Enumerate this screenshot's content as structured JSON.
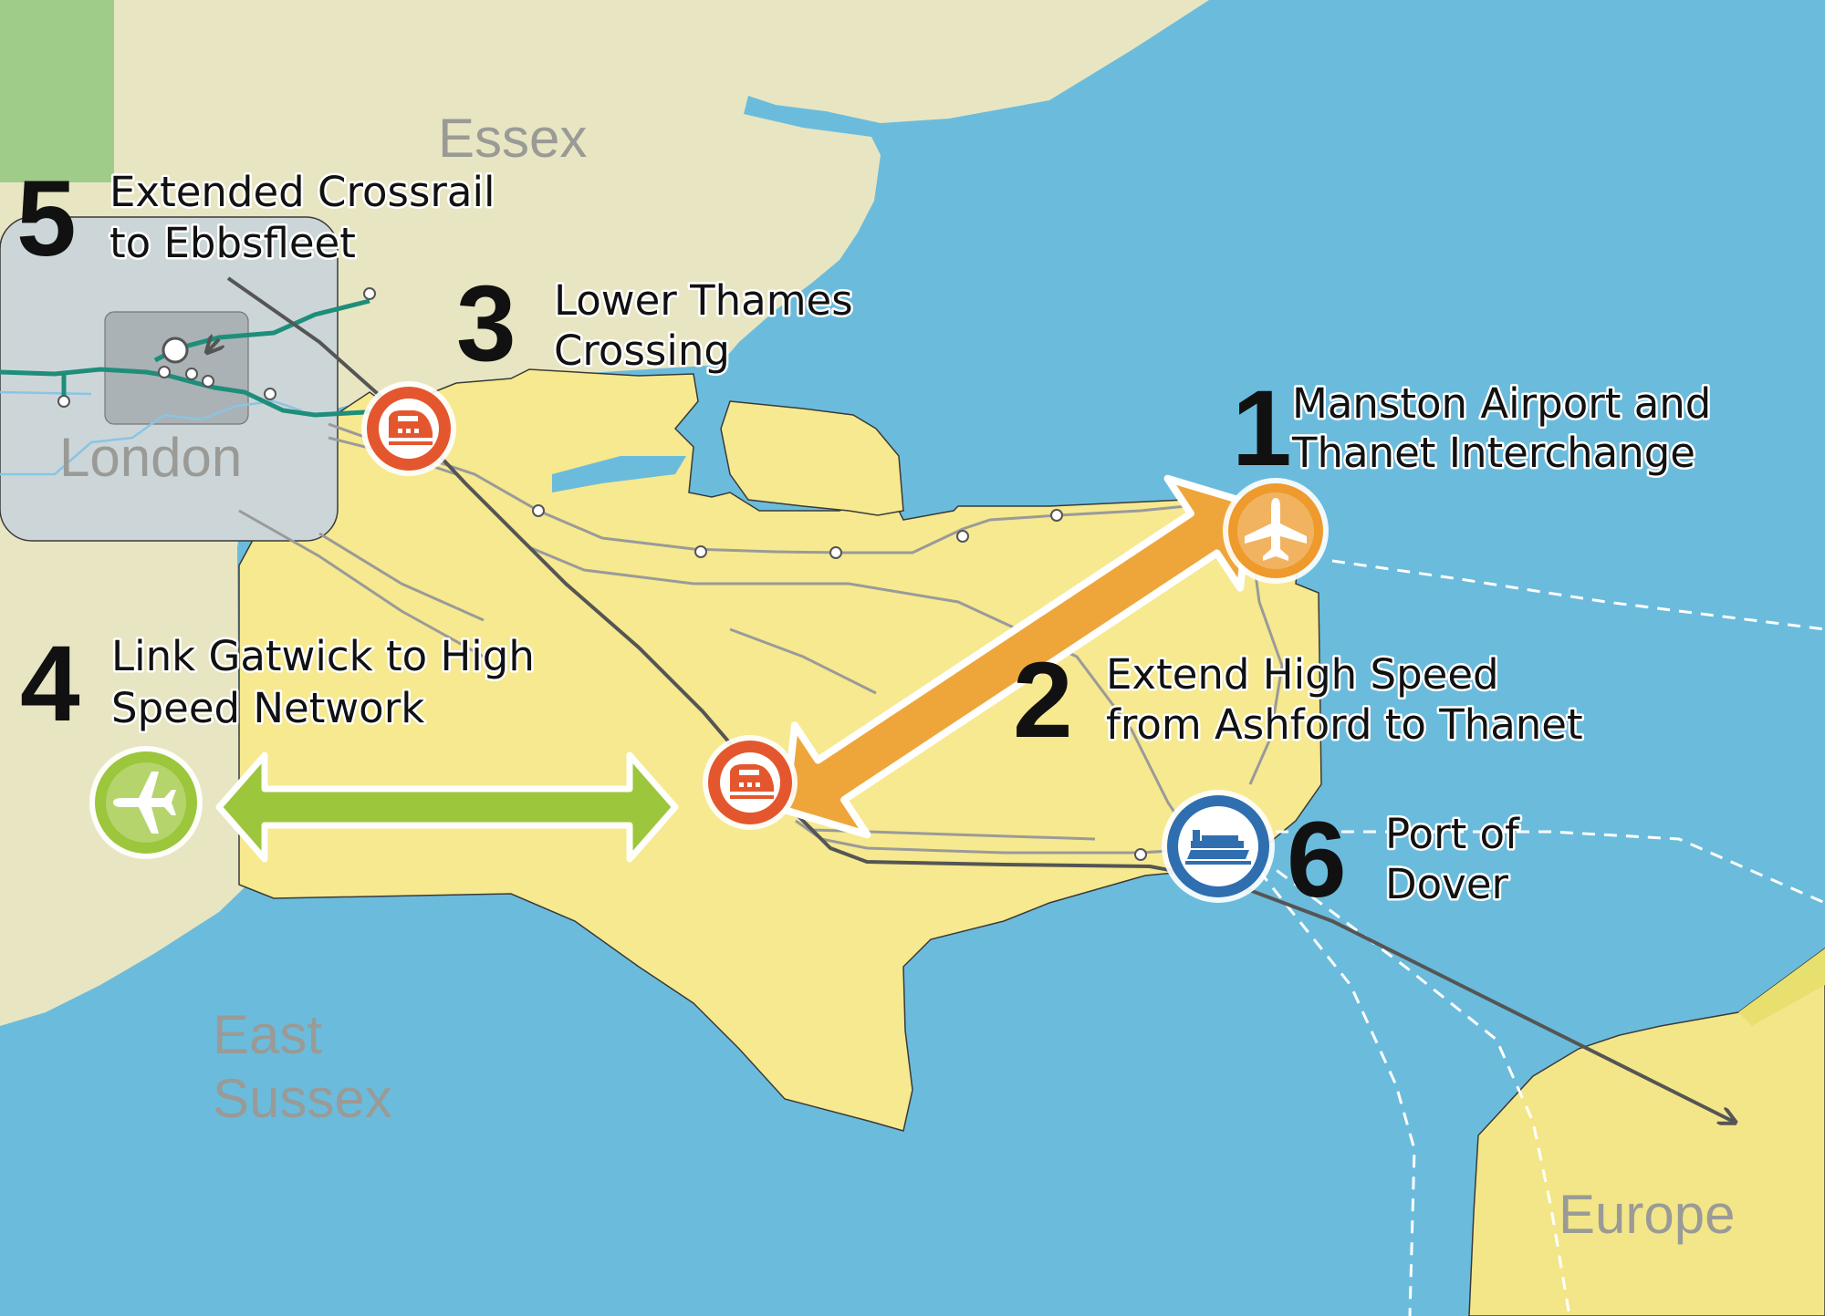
{
  "regions": {
    "essex": "Essex",
    "london": "London",
    "east_sussex_line1": "East",
    "east_sussex_line2": "Sussex",
    "europe": "Europe"
  },
  "schemes": [
    {
      "number": "1",
      "line1": "Manston Airport and",
      "line2": "Thanet Interchange",
      "icon": "airport-icon",
      "color": "#ee9a2c"
    },
    {
      "number": "2",
      "line1": "Extend High Speed",
      "line2": "from Ashford to Thanet",
      "icon": "double-arrow",
      "color": "#eea63b"
    },
    {
      "number": "3",
      "line1": "Lower Thames",
      "line2": "Crossing",
      "icon": "train-icon",
      "color": "#e4572e"
    },
    {
      "number": "4",
      "line1": "Link Gatwick to High",
      "line2": "Speed Network",
      "icon": "airport-icon",
      "color": "#9cc63b"
    },
    {
      "number": "5",
      "line1": "Extended Crossrail",
      "line2": "to Ebbsfleet",
      "icon": "crossrail-line",
      "color": "#1e8e7a"
    },
    {
      "number": "6",
      "line1": "Port of",
      "line2": "Dover",
      "icon": "ship-icon",
      "color": "#2f6fb0"
    }
  ],
  "colors": {
    "sea": "#6bbcdc",
    "land": "#e8e6c2",
    "kent": "#f6e98f",
    "europe_land": "#f3e689",
    "london_box": "#ccd6d9",
    "crossrail": "#1e8e7a",
    "train_badge": "#e4572e",
    "airport_badge": "#ee9a2c",
    "gatwick_badge": "#9cc63b",
    "port_badge": "#2f6fb0"
  }
}
